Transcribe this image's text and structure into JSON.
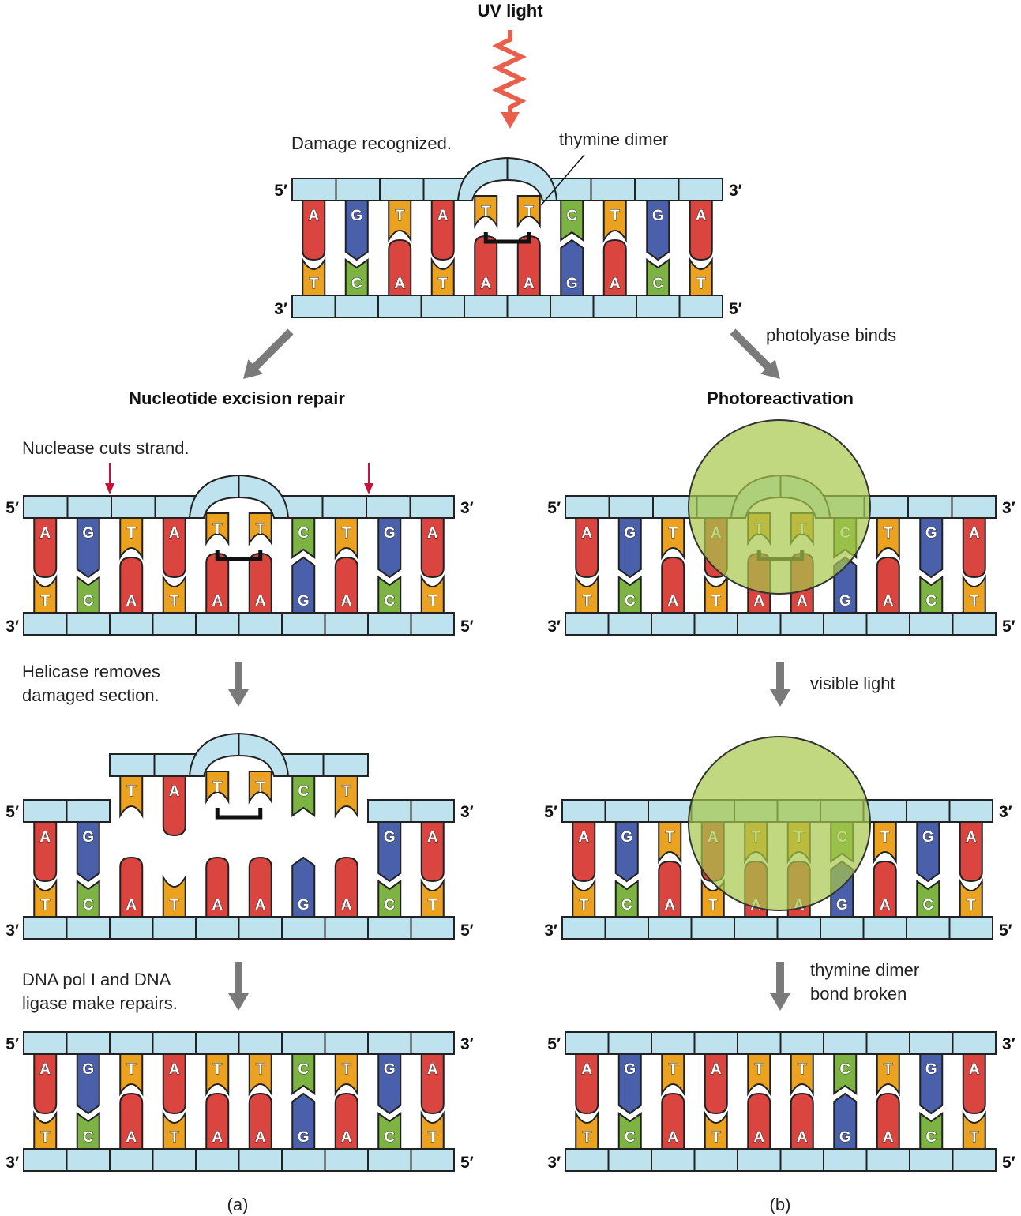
{
  "colors": {
    "A": "#db4540",
    "T": "#eaa220",
    "G": "#4b60aa",
    "C": "#7cb342",
    "backbone": "#bfe3ee",
    "uv": "#e8604c",
    "enzyme": "#a6c84a",
    "arrow": "#7a7a7a",
    "nick": "#c8103a"
  },
  "uv_label": "UV light",
  "damage_label": "Damage recognized.",
  "dimer_label": "thymine dimer",
  "photolyase_label": "photolyase binds",
  "ner_title": "Nucleotide excision repair",
  "photo_title": "Photoreactivation",
  "nuclease_label": "Nuclease cuts strand.",
  "helicase_label_1": "Helicase removes",
  "helicase_label_2": "damaged section.",
  "pol_label_1": "DNA pol I and DNA",
  "pol_label_2": "ligase make repairs.",
  "visible_label": "visible light",
  "broken_label_1": "thymine dimer",
  "broken_label_2": "bond broken",
  "ends": {
    "five": "5′",
    "three": "3′"
  },
  "panel_a": "(a)",
  "panel_b": "(b)",
  "top_strand": [
    "A",
    "G",
    "T",
    "A",
    "T",
    "T",
    "C",
    "T",
    "G",
    "A"
  ],
  "bottom_strand": [
    "T",
    "C",
    "A",
    "T",
    "A",
    "A",
    "G",
    "A",
    "C",
    "T"
  ]
}
